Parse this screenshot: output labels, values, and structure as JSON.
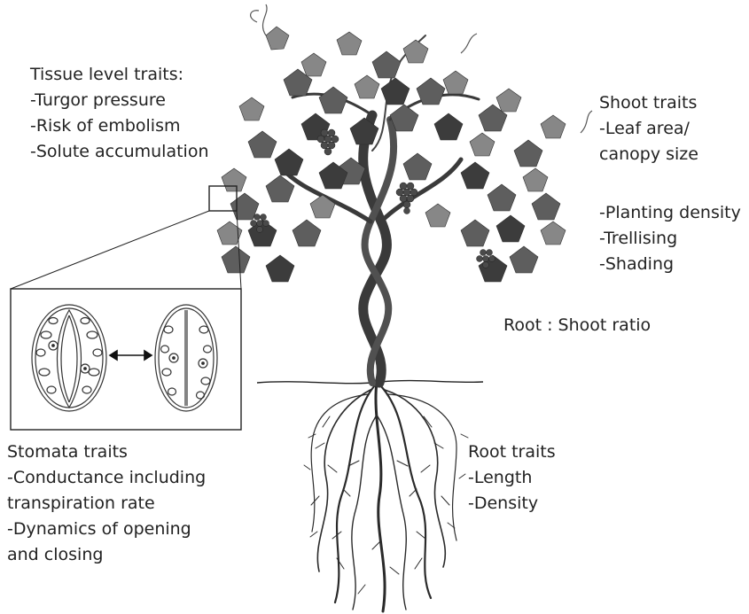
{
  "tissue": {
    "title": "Tissue level traits:",
    "items": [
      "-Turgor pressure",
      "-Risk of embolism",
      "-Solute accumulation"
    ]
  },
  "shoot": {
    "title": "Shoot traits",
    "items": [
      "-Leaf area/",
      "canopy size"
    ]
  },
  "management": {
    "items": [
      "-Planting density",
      "-Trellising",
      "-Shading"
    ]
  },
  "ratio": {
    "label": "Root : Shoot ratio"
  },
  "stomata": {
    "title": "Stomata traits",
    "items": [
      "-Conductance including",
      "transpiration rate",
      "-Dynamics of opening",
      "and closing"
    ]
  },
  "root": {
    "title": "Root traits",
    "items": [
      "-Length",
      "-Density"
    ]
  },
  "colors": {
    "text": "#222222",
    "leaf_dark": "#3c3c3c",
    "leaf_mid": "#5e5e5e",
    "leaf_light": "#878787",
    "trunk": "#3a3a3a",
    "root": "#2a2a2a",
    "frame": "#222222"
  },
  "icons": [
    "grapevine",
    "grape-cluster",
    "stomata-open",
    "stomata-closed",
    "double-arrow"
  ]
}
